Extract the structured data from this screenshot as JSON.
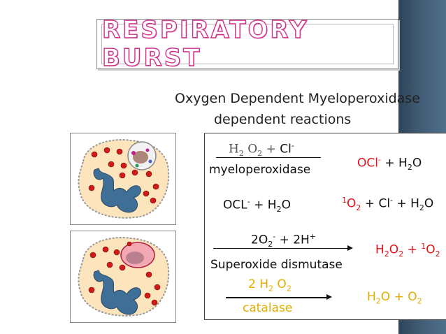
{
  "title": "RESPIRATORY BURST",
  "subtitle": {
    "line1": "Oxygen Dependent Myeloperoxidase",
    "line2": "dependent reactions"
  },
  "reactions": {
    "r1_lhs": {
      "h": "H",
      "h_sub": "2",
      "o": "O",
      "o_sub": "2",
      "plus": "+",
      "cl": "Cl",
      "cl_sup": "-"
    },
    "r1_enzyme": "myeloperoxidase",
    "r1_rhs": {
      "ocl": "OCl",
      "ocl_sup": "-",
      "plus": "+ H",
      "h_sub": "2",
      "o": "O"
    },
    "r2_lhs": {
      "ocl": "OCL",
      "ocl_sup": "-",
      "plus": "+ H",
      "h_sub": "2",
      "o": "O"
    },
    "r2_rhs": {
      "sup1": "1",
      "o": "O",
      "o_sub": "2",
      "plus1": "+ Cl",
      "cl_sup": "-",
      "plus2": "+ H",
      "h_sub": "2",
      "o2": "O"
    },
    "r3_lhs": {
      "coef": "2O",
      "o_sub": "2",
      "o_sup": "-",
      "plus": "+ 2H",
      "h_sup": "+"
    },
    "r3_enzyme": "Superoxide dismutase",
    "r3_rhs": {
      "h": "H",
      "h_sub": "2",
      "o": "O",
      "o_sub": "2",
      "plus": "+",
      "sup1": "1",
      "o2": "O",
      "o2_sub": "2"
    },
    "r4_lhs": {
      "coef": "2 H",
      "h_sub": "2",
      "o": "O",
      "o_sub": "2"
    },
    "r4_enzyme": "catalase",
    "r4_rhs": {
      "h": "H",
      "h_sub": "2",
      "o": "O + O",
      "o_sub": "2"
    }
  },
  "colors": {
    "accent_red": "#e3131b",
    "accent_yellow": "#e0ad00",
    "title_outline": "#d0308a",
    "cell_fill": "#fce4bc",
    "nucleus": "#3f6f96",
    "granule": "#d11a1a",
    "side_strip": "#3f5a72"
  },
  "icons": {
    "cell_top": "neutrophil-phagocytosing-icon",
    "cell_bottom": "neutrophil-burst-icon"
  }
}
